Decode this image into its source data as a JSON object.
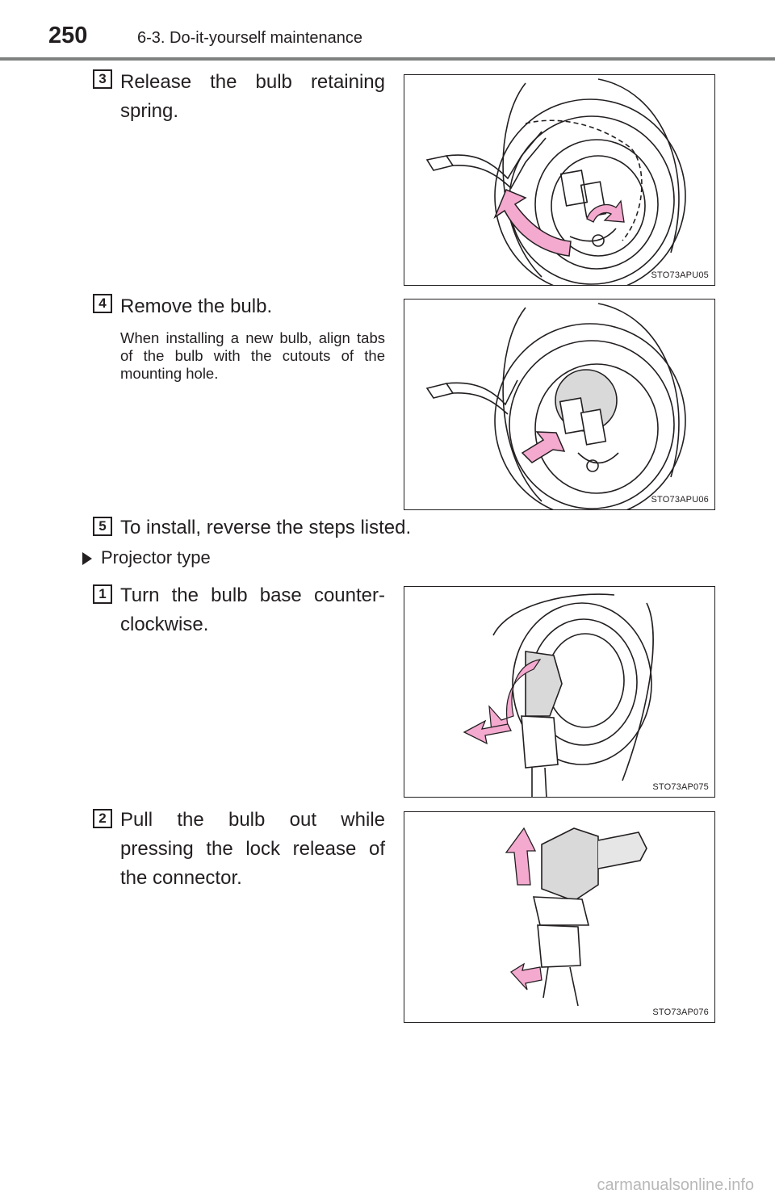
{
  "header": {
    "page_number": "250",
    "section": "6-3. Do-it-yourself maintenance"
  },
  "steps": [
    {
      "number": "3",
      "text": "Release the bulb retaining spring.",
      "note": "",
      "figure_code": "STO73APU05"
    },
    {
      "number": "4",
      "text": "Remove the bulb.",
      "note": "When installing a new bulb, align tabs of the bulb with the cutouts of the mounting hole.",
      "figure_code": "STO73APU06"
    },
    {
      "number": "5",
      "text": "To install, reverse the steps listed.",
      "note": ""
    }
  ],
  "projector": {
    "bullet_label": "Projector type",
    "steps": [
      {
        "number": "1",
        "text": "Turn the bulb base counter-clockwise.",
        "figure_code": "STO73AP075"
      },
      {
        "number": "2",
        "text": "Pull the bulb out while pressing the lock release of the connector.",
        "figure_code": "STO73AP076"
      }
    ]
  },
  "colors": {
    "arrow_fill": "#f4a9cf",
    "rule": "#7f8080",
    "text": "#231f20"
  },
  "watermark": "carmanualsonline.info"
}
